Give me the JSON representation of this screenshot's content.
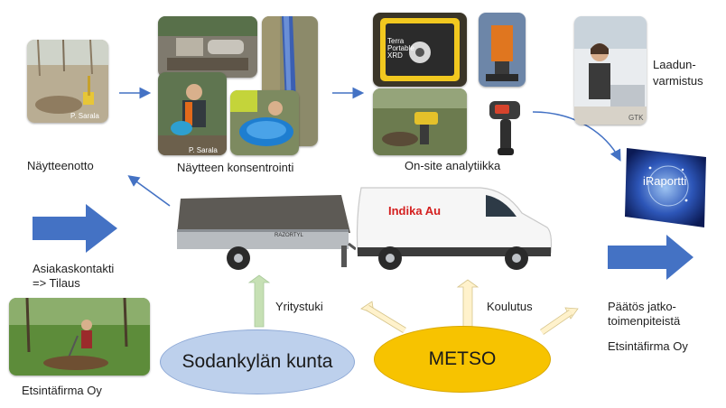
{
  "stages": {
    "sampling": "Näytteenotto",
    "concentration": "Näytteen konsentrointi",
    "onsite": "On-site analytiikka",
    "quality": [
      "Laadun-",
      "varmistus"
    ]
  },
  "customer": {
    "contact": [
      "Asiakaskontakti",
      "=> Tilaus"
    ],
    "company": "Etsintäfirma Oy"
  },
  "outcome": {
    "decision": [
      "Päätös jatko-",
      "toimenpiteistä"
    ],
    "company": "Etsintäfirma Oy"
  },
  "support": {
    "business": "Yritystuki",
    "training": "Koulutus"
  },
  "ovals": {
    "municipality": "Sodankylän kunta",
    "metso": "METSO"
  },
  "van_label": "Indika Au",
  "trailer_label": "RAZORTYL",
  "report_label": "iRaportti",
  "credits": {
    "sampling_photo": "P. Sarala",
    "concentration_photo": "P. Sarala",
    "device_label": "Terra Portable XRD",
    "lab_photo": "GTK"
  },
  "colors": {
    "arrow_blue": "#4472c4",
    "municipality_oval": "#bdd0ec",
    "metso_oval": "#f7c300",
    "arrow_green": "#c6e0b4",
    "arrow_cream": "#fff2cc",
    "van_text": "#d42020"
  }
}
